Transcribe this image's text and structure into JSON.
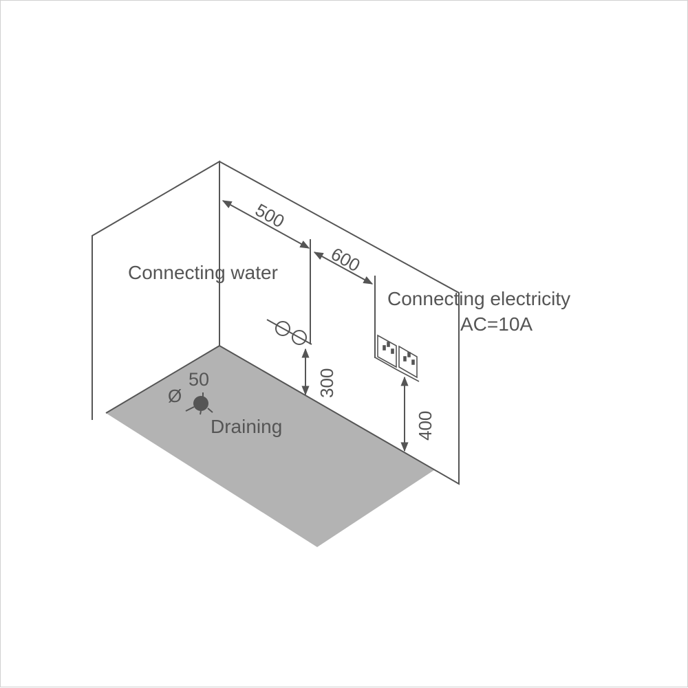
{
  "labels": {
    "water": "Connecting water",
    "electricity": "Connecting electricity",
    "current": "AC=10A",
    "draining": "Draining",
    "drain_diameter": "50",
    "diameter_symbol": "Ø"
  },
  "dimensions": {
    "wall_to_water": "500",
    "water_to_electricity": "600",
    "water_height": "300",
    "socket_height": "400"
  },
  "colors": {
    "line": "#555555",
    "floor": "#b3b3b3"
  }
}
